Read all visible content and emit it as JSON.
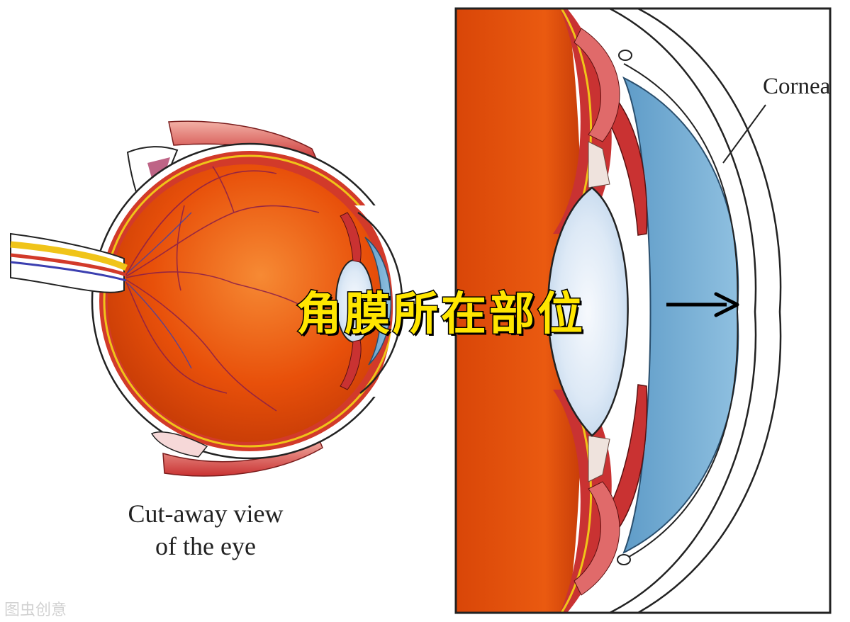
{
  "caption": {
    "line1": "Cut-away view",
    "line2": "of the eye"
  },
  "callout": {
    "label": "Cornea"
  },
  "annotation": {
    "text": "角膜所在部位"
  },
  "watermark": "图虫创意",
  "colors": {
    "eyeball_inner": "#e8500a",
    "eyeball_highlight": "#f2782c",
    "eyeball_shadow": "#c43a06",
    "aqueous_blue": "#7fb2d6",
    "lens_light": "#e9f2fb",
    "muscle_red": "#c93232",
    "retina_yellow": "#f0c419",
    "annotation_yellow": "#ffe600",
    "line_dark": "#222222"
  }
}
